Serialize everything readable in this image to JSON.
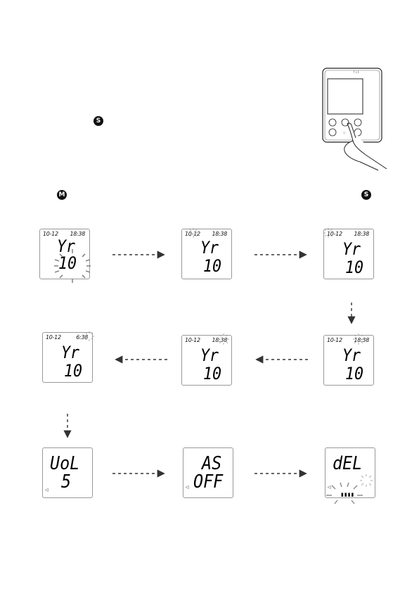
{
  "buttons": {
    "s_badge": "S",
    "m_badge": "M"
  },
  "device": {
    "top_label": "↑↓↕"
  },
  "screens": [
    {
      "date": "10-12",
      "time": "18:38",
      "line1": "Yr",
      "line2": "10"
    },
    {
      "date": "10-12",
      "time": "18:38",
      "line1": "Yr",
      "line2": "10"
    },
    {
      "date": "10-12",
      "time": "18:38",
      "line1": "Yr",
      "line2": "10"
    },
    {
      "date": "10-12",
      "time": "18:38",
      "line1": "Yr",
      "line2": "10"
    },
    {
      "date": "10-12",
      "time": "18:38",
      "line1": "Yr",
      "line2": "10"
    },
    {
      "date": "10-12",
      "time": "6:38",
      "line1": "Yr",
      "line2": "10"
    },
    {
      "line1": "UoL",
      "line2": "5"
    },
    {
      "line1": "AS",
      "line2": "OFF"
    },
    {
      "line1": "dEL",
      "line2": ""
    }
  ]
}
